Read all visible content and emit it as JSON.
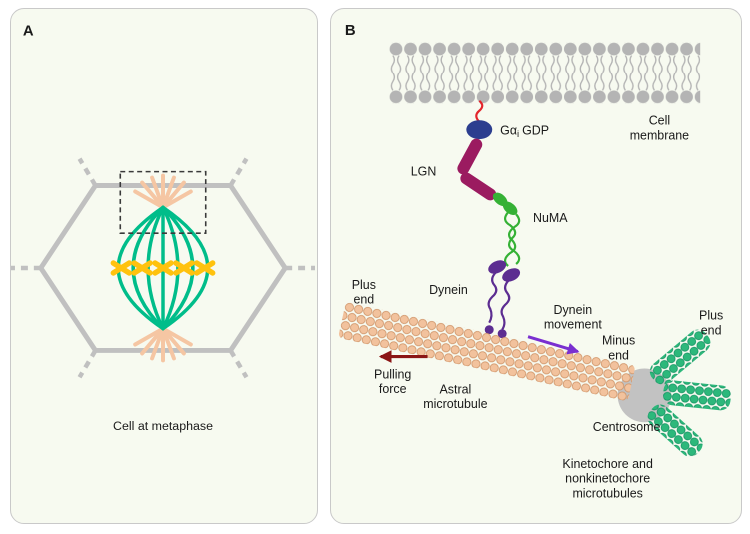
{
  "figure": {
    "panelA": {
      "letter": "A",
      "caption": "Cell at metaphase"
    },
    "panelB": {
      "letter": "B",
      "gai_label": {
        "pre": "Gα",
        "sub": "i",
        "post": "GDP"
      },
      "labels": {
        "cell_membrane": [
          "Cell",
          "membrane"
        ],
        "lgn": "LGN",
        "numa": "NuMA",
        "dynein": "Dynein",
        "plus_end_left": [
          "Plus",
          "end"
        ],
        "pulling_force": [
          "Pulling",
          "force"
        ],
        "dynein_movement": [
          "Dynein",
          "movement"
        ],
        "minus_end": [
          "Minus",
          "end"
        ],
        "astral_microtubule": [
          "Astral",
          "microtubule"
        ],
        "centrosome": "Centrosome",
        "plus_end_right": [
          "Plus",
          "end"
        ],
        "kinetochore": [
          "Kinetochore and",
          "nonkinetochore",
          "microtubules"
        ]
      }
    },
    "colors": {
      "panel_bg": "#f7faf0",
      "panel_border": "#c9c9c9",
      "membrane_gray": "#b4b4b4",
      "cell_outline_gray": "#c0c0c0",
      "spindle_green": "#00bd8a",
      "chromosome_yellow": "#ffc20e",
      "astral_peach": "#f5c6a3",
      "microtubule_fill": "#f2c29d",
      "microtubule_stroke": "#cf9468",
      "gai_blue": "#2c3e8f",
      "linker_red": "#e3242b",
      "lgn_magenta": "#9b1b60",
      "numa_green": "#35b135",
      "dynein_purple": "#5c2d91",
      "pulling_arrow_red": "#8b1515",
      "movement_arrow_purple": "#7a2fd0",
      "centrosome_gray": "#c2c2c2",
      "kinetochore_green": "#2db87b",
      "kinetochore_green_stroke": "#149463"
    }
  }
}
